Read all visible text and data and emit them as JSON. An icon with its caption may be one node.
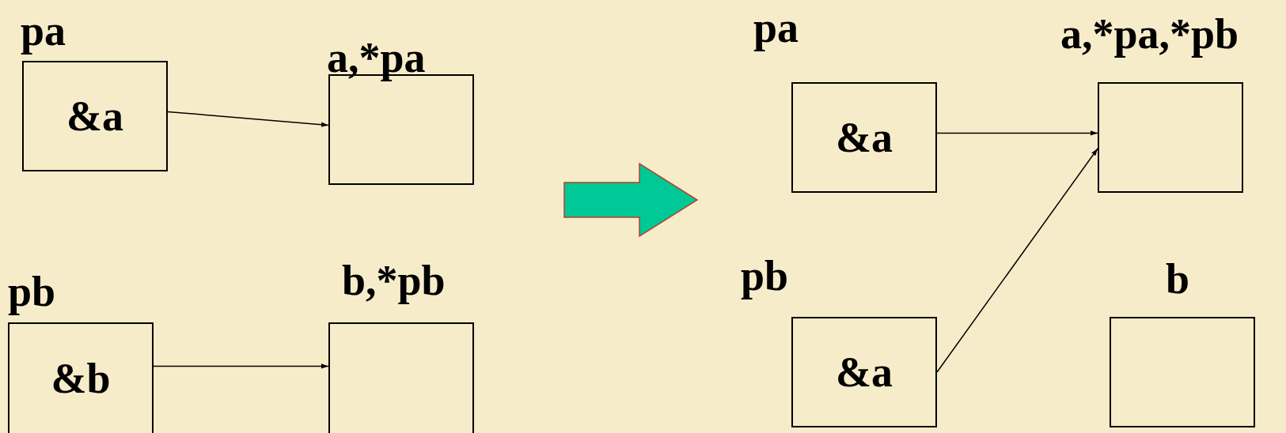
{
  "diagram": {
    "nodes": [
      {
        "text": [
          "pa",
          "&a"
        ]
      },
      {
        "text": [
          "a,*pa"
        ]
      },
      {
        "text": [
          "pb",
          "&b"
        ]
      },
      {
        "text": [
          "b,*pb"
        ]
      },
      {
        "text": [
          "pa",
          "&a"
        ]
      },
      {
        "text": [
          "a,*pa,*pb"
        ]
      },
      {
        "text": [
          "pb",
          "&a"
        ]
      },
      {
        "text": [
          "b"
        ]
      }
    ],
    "edges": [
      {
        "from": 0,
        "to": 1,
        "arrow": "to"
      },
      {
        "from": 2,
        "to": 3,
        "arrow": "to"
      },
      {
        "from": 4,
        "to": 5,
        "arrow": "to"
      },
      {
        "from": 6,
        "to": 5,
        "arrow": "to"
      }
    ]
  }
}
